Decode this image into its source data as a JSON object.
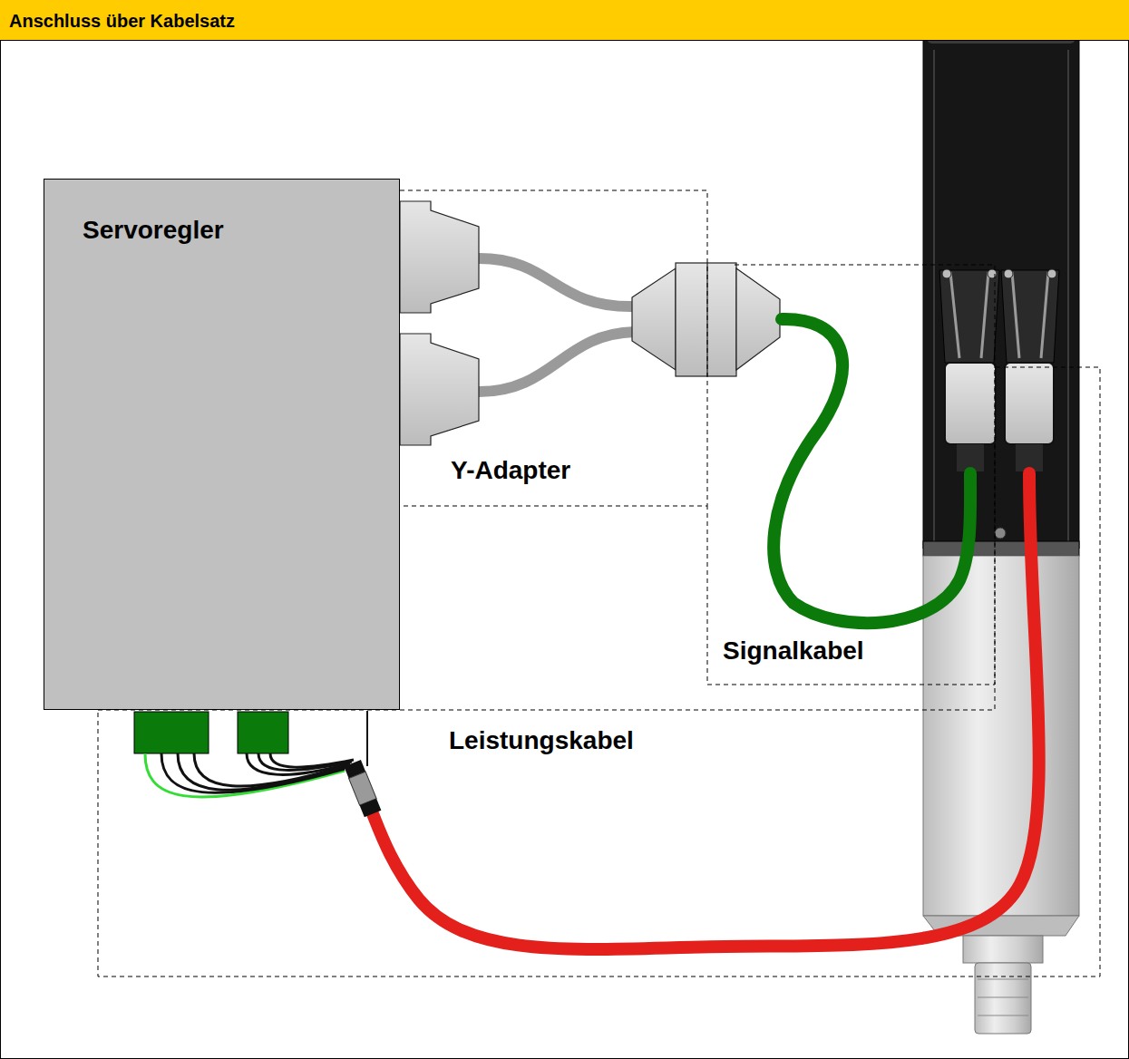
{
  "diagram": {
    "title": "Anschluss über Kabelsatz",
    "nodes": [
      {
        "text": [
          "Servoregler"
        ]
      },
      {
        "text": [
          "Y-Adapter"
        ]
      },
      {
        "text": [
          "Signalkabel"
        ]
      },
      {
        "text": [
          "Leistungskabel"
        ]
      }
    ]
  }
}
